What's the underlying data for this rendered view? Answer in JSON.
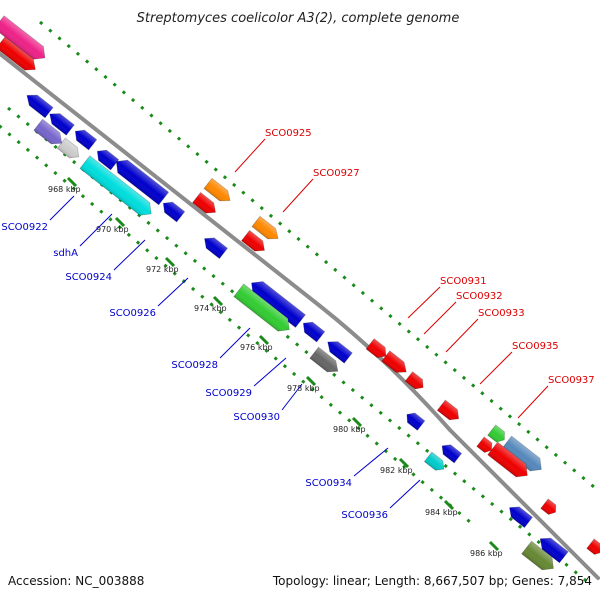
{
  "title": "Streptomyces coelicolor A3(2), complete genome",
  "footer": {
    "accession": "Accession: NC_003888",
    "summary": "Topology: linear; Length: 8,667,507 bp; Genes: 7,854"
  },
  "colors": {
    "backbone": "#8c8c8c",
    "track_dots": "#1a8a1a",
    "label_forward": "#dd0000",
    "label_reverse": "#0000cc",
    "tick_text": "#222222"
  },
  "ticks": [
    "968 kbp",
    "970 kbp",
    "972 kbp",
    "974 kbp",
    "976 kbp",
    "978 kbp",
    "980 kbp",
    "982 kbp",
    "984 kbp",
    "986 kbp"
  ],
  "labels_forward": [
    "SCO0925",
    "SCO0927",
    "SCO0931",
    "SCO0932",
    "SCO0933",
    "SCO0935",
    "SCO0937"
  ],
  "labels_reverse": [
    "SCO0922",
    "sdhA",
    "SCO0924",
    "SCO0926",
    "SCO0928",
    "SCO0929",
    "SCO0930",
    "SCO0934",
    "SCO0936"
  ]
}
